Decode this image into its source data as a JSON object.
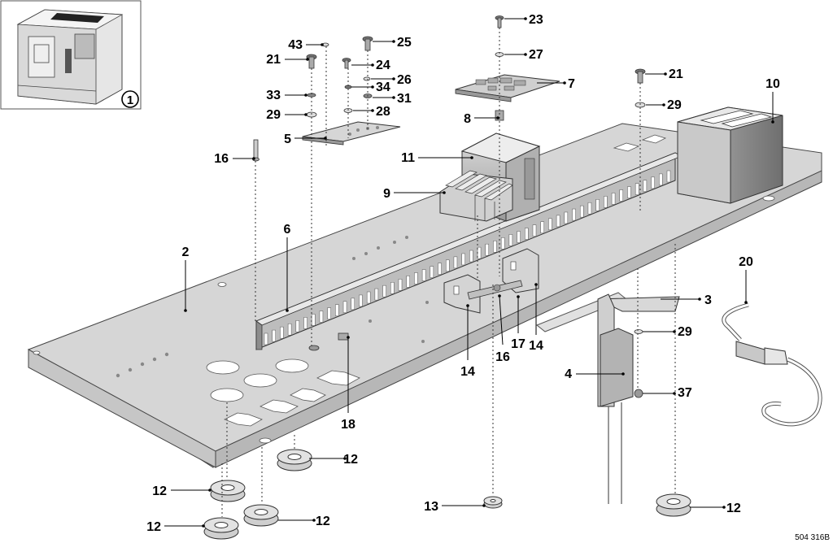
{
  "inset": {
    "badge": "1"
  },
  "callouts": [
    {
      "id": "2",
      "label": "2"
    },
    {
      "id": "3",
      "label": "3"
    },
    {
      "id": "4",
      "label": "4"
    },
    {
      "id": "5",
      "label": "5"
    },
    {
      "id": "6",
      "label": "6"
    },
    {
      "id": "7",
      "label": "7"
    },
    {
      "id": "8",
      "label": "8"
    },
    {
      "id": "9",
      "label": "9"
    },
    {
      "id": "10",
      "label": "10"
    },
    {
      "id": "11",
      "label": "11"
    },
    {
      "id": "12a",
      "label": "12"
    },
    {
      "id": "12b",
      "label": "12"
    },
    {
      "id": "12c",
      "label": "12"
    },
    {
      "id": "12d",
      "label": "12"
    },
    {
      "id": "12e",
      "label": "12"
    },
    {
      "id": "13",
      "label": "13"
    },
    {
      "id": "14a",
      "label": "14"
    },
    {
      "id": "14b",
      "label": "14"
    },
    {
      "id": "16a",
      "label": "16"
    },
    {
      "id": "16b",
      "label": "16"
    },
    {
      "id": "17",
      "label": "17"
    },
    {
      "id": "18",
      "label": "18"
    },
    {
      "id": "20",
      "label": "20"
    },
    {
      "id": "21a",
      "label": "21"
    },
    {
      "id": "21b",
      "label": "21"
    },
    {
      "id": "23",
      "label": "23"
    },
    {
      "id": "24",
      "label": "24"
    },
    {
      "id": "25",
      "label": "25"
    },
    {
      "id": "26",
      "label": "26"
    },
    {
      "id": "27",
      "label": "27"
    },
    {
      "id": "28",
      "label": "28"
    },
    {
      "id": "29a",
      "label": "29"
    },
    {
      "id": "29b",
      "label": "29"
    },
    {
      "id": "29c",
      "label": "29"
    },
    {
      "id": "31",
      "label": "31"
    },
    {
      "id": "33",
      "label": "33"
    },
    {
      "id": "34",
      "label": "34"
    },
    {
      "id": "37",
      "label": "37"
    },
    {
      "id": "43",
      "label": "43"
    }
  ],
  "doc_ref": "504 316B"
}
